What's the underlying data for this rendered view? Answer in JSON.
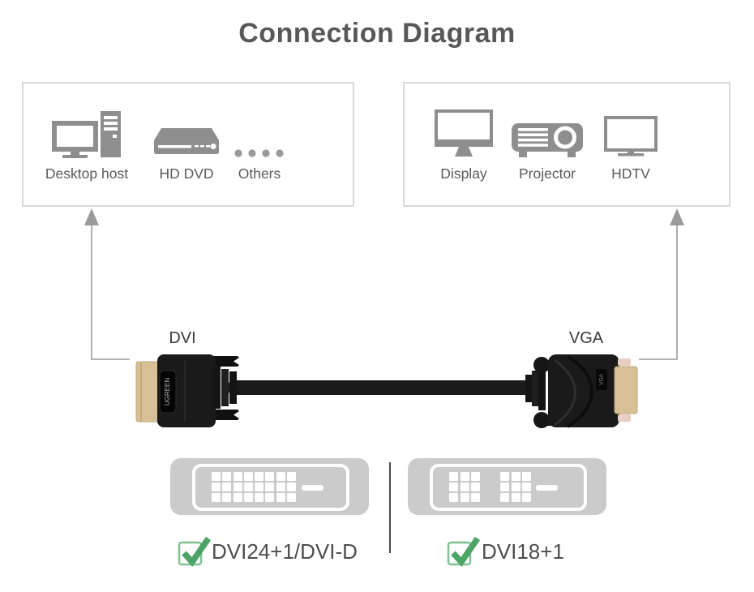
{
  "title": "Connection Diagram",
  "source_box": {
    "items": [
      {
        "label": "Desktop host",
        "icon": "desktop-host-icon"
      },
      {
        "label": "HD DVD",
        "icon": "hd-dvd-player-icon"
      },
      {
        "label": "Others",
        "icon": "others-dots-icon"
      }
    ]
  },
  "output_box": {
    "items": [
      {
        "label": "Display",
        "icon": "display-monitor-icon"
      },
      {
        "label": "Projector",
        "icon": "projector-icon"
      },
      {
        "label": "HDTV",
        "icon": "hdtv-icon"
      }
    ]
  },
  "cable": {
    "left_connector_label": "DVI",
    "right_connector_label": "VGA",
    "brand": "UGREEN"
  },
  "ports": [
    {
      "label": "DVI24+1/DVI-D",
      "pins": "24+1",
      "pin_layout": "3x8 grid + blade",
      "checked": true
    },
    {
      "label": "DVI18+1",
      "pins": "18+1",
      "pin_layout": "two 3x3 grids + blade",
      "checked": true
    }
  ],
  "colors": {
    "title_text": "#57585a",
    "label_text": "#5a5a5a",
    "icon_gray": "#8e8e8e",
    "box_border": "#d9d9d9",
    "arrow_gray": "#9a9a9a",
    "port_gray": "#cbcbcb",
    "connector_black": "#181818",
    "connector_gold": "#d8c096",
    "screw_post_pink": "#e8cdc2",
    "check_green": "#4da466",
    "checkbox_border_green": "#7fc195"
  }
}
